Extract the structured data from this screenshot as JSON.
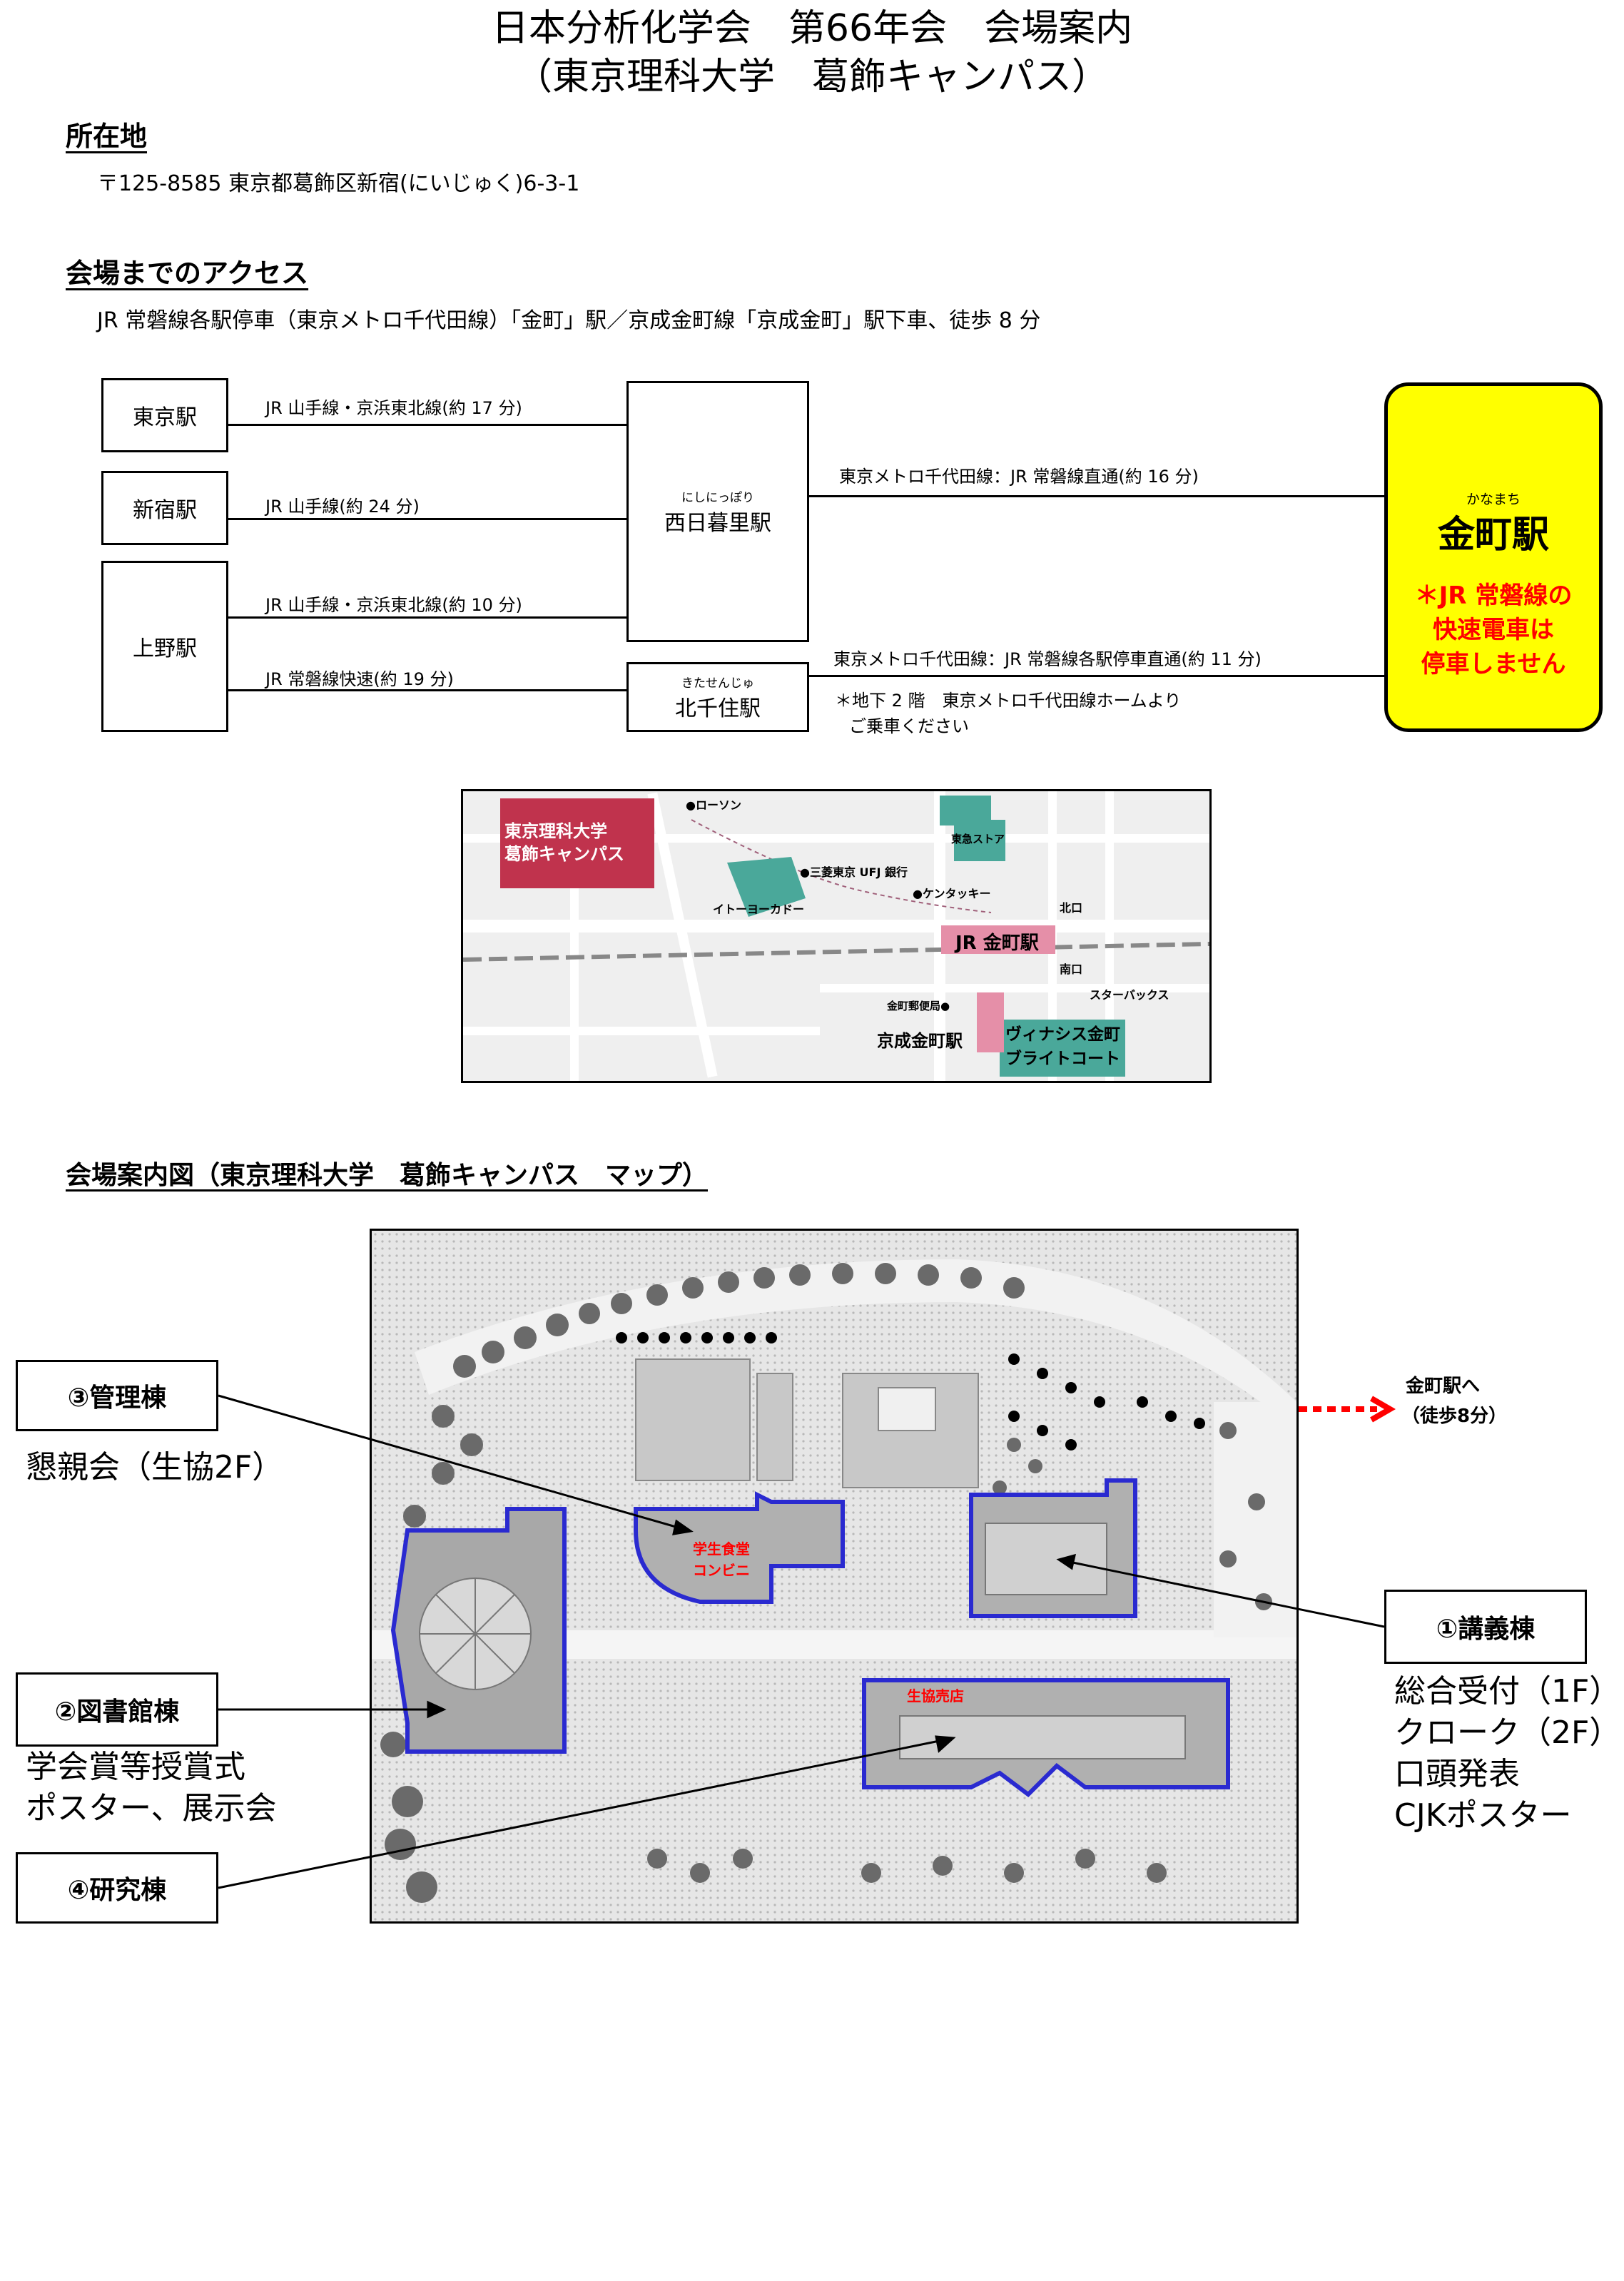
{
  "header": {
    "title_line1": "日本分析化学会　第66年会　会場案内",
    "title_line2": "（東京理科大学　葛飾キャンパス）"
  },
  "location": {
    "heading": "所在地",
    "address": "〒125-8585 東京都葛飾区新宿(にいじゅく)6-3-1"
  },
  "access": {
    "heading": "会場までのアクセス",
    "summary": "JR 常磐線各駅停車（東京メトロ千代田線）「金町」駅／京成金町線「京成金町」駅下車、徒歩 8 分",
    "stations": {
      "tokyo": "東京駅",
      "shinjuku": "新宿駅",
      "ueno": "上野駅",
      "nishinippori_ruby": "にしにっぽり",
      "nishinippori": "西日暮里駅",
      "kitasenju_ruby": "きたせんじゅ",
      "kitasenju": "北千住駅",
      "kanamachi_ruby": "かなまち",
      "kanamachi": "金町駅"
    },
    "routes": {
      "tokyo": "JR 山手線・京浜東北線(約 17 分)",
      "shinjuku": "JR 山手線(約 24 分)",
      "ueno_1": "JR 山手線・京浜東北線(約 10 分)",
      "ueno_2": "JR 常磐線快速(約 19 分)",
      "nishinippori_kanamachi": "東京メトロ千代田線：JR 常磐線直通(約 16 分)",
      "kitasenju_kanamachi": "東京メトロ千代田線：JR 常磐線各駅停車直通(約 11 分)"
    },
    "note_line1": "＊地下 2 階　東京メトロ千代田線ホームより",
    "note_line2": "ご乗車ください",
    "warning_line1": "＊JR 常磐線の",
    "warning_line2": "快速電車は",
    "warning_line3": "停車しません"
  },
  "area_map": {
    "campus": "東京理科大学\n葛飾キャンパス",
    "lawson": "●ローソン",
    "tokyu": "東急ストア",
    "mufg": "●三菱東京 UFJ 銀行",
    "kfc": "●ケンタッキー",
    "ito": "イトーヨーカドー",
    "north": "北口",
    "south": "南口",
    "jr": "JR 金町駅",
    "starbucks": "スターバックス",
    "post": "金町郵便局●",
    "keisei": "京成金町駅",
    "venus": "ヴィナシス金町\nブライトコート"
  },
  "campus_map": {
    "heading": "会場案内図（東京理科大学　葛飾キャンパス　マップ）",
    "to_station_1": "金町駅へ",
    "to_station_2": "（徒歩8分）",
    "cafeteria_1": "学生食堂",
    "cafeteria_2": "コンビニ",
    "coop": "生協売店",
    "bldg3": "③管理棟",
    "bldg3_desc": "懇親会（生協2F）",
    "bldg2": "②図書館棟",
    "bldg2_desc_1": "学会賞等授賞式",
    "bldg2_desc_2": "ポスター、展示会",
    "bldg4": "④研究棟",
    "bldg1": "①講義棟",
    "bldg1_desc_1": "総合受付（1F）",
    "bldg1_desc_2": "クローク（2F）",
    "bldg1_desc_3": "口頭発表",
    "bldg1_desc_4": "CJKポスター"
  },
  "colors": {
    "yellow": "#ffff00",
    "red": "#ff0000",
    "blue": "#1a1acc",
    "campus_red": "#c0334d",
    "teal": "#4aa89a",
    "pink": "#e58fa8"
  }
}
